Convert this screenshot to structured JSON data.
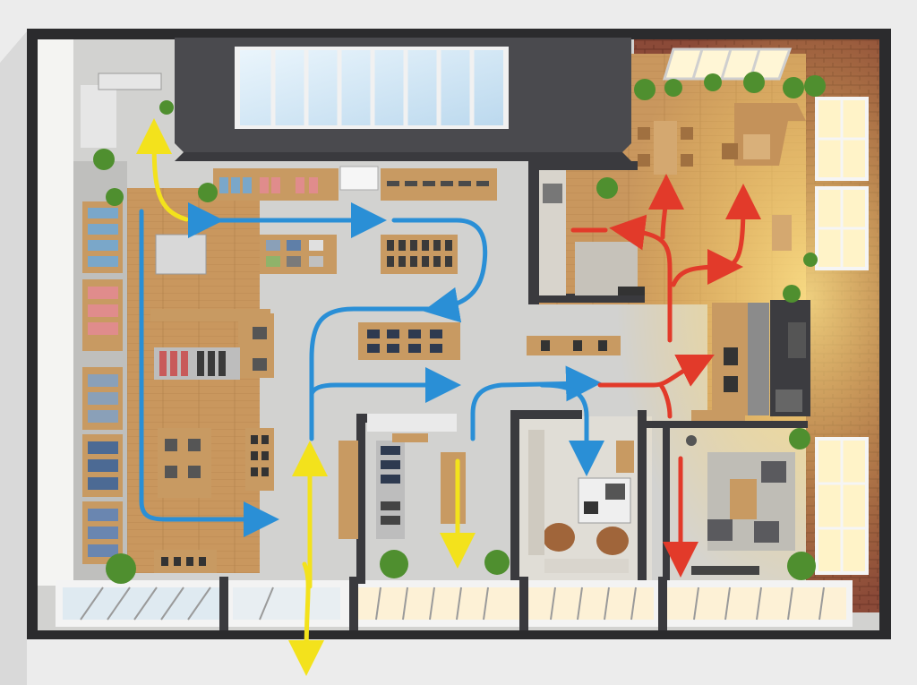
{
  "diagram": {
    "kind": "isometric-retail-floor-plan",
    "labels": [],
    "colors": {
      "background": "#ececec",
      "wall": "#2b2b2d",
      "wood_floor": "#c9975e",
      "concrete_floor": "#d2d2d0",
      "brick": "#8b4a38",
      "window_glow": "#fff3c8",
      "skylight": "#cfe6f5",
      "roof_block": "#4a4a4e",
      "fixture_wood": "#c89a62",
      "fixture_dark": "#3c3c40",
      "plant": "#4f8f2f",
      "flow_yellow": "#f3e21c",
      "flow_blue": "#2a8fd6",
      "flow_red": "#e23a2a",
      "warm_light": "#ffcf5a"
    },
    "zones": [
      {
        "id": "apparel-wall",
        "floor": "wood"
      },
      {
        "id": "main-sales-floor",
        "floor": "concrete"
      },
      {
        "id": "fitting-rooms",
        "floor": "concrete"
      },
      {
        "id": "cash-desk",
        "floor": "concrete"
      },
      {
        "id": "office",
        "floor": "concrete"
      },
      {
        "id": "staff-lounge",
        "floor": "wood"
      },
      {
        "id": "cafe-bar",
        "floor": "wood"
      },
      {
        "id": "meeting-room",
        "floor": "concrete"
      }
    ],
    "flows": [
      {
        "id": "customer-entry-exit",
        "color": "flow_yellow",
        "direction": "in-out"
      },
      {
        "id": "customer-browsing-loop",
        "color": "flow_blue",
        "direction": "circulation"
      },
      {
        "id": "staff-service-route",
        "color": "flow_red",
        "direction": "back-of-house"
      }
    ]
  }
}
